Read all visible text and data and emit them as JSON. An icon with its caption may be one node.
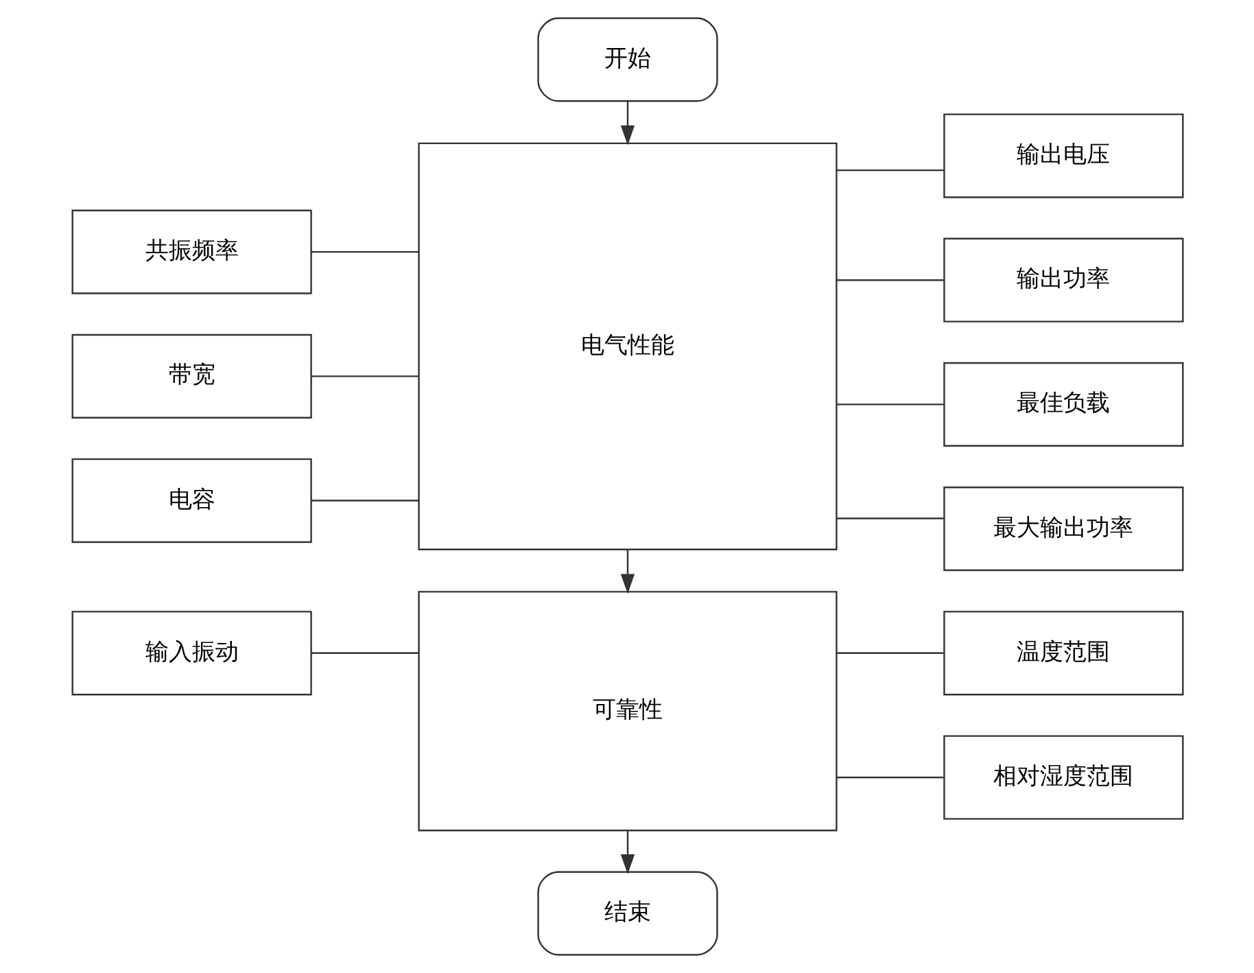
{
  "diagram": {
    "nodes": [
      {
        "text": [
          "开始"
        ]
      },
      {
        "text": [
          "共振频率"
        ]
      },
      {
        "text": [
          "带宽"
        ]
      },
      {
        "text": [
          "电容"
        ]
      },
      {
        "text": [
          "电气性能"
        ]
      },
      {
        "text": [
          "输出电压"
        ]
      },
      {
        "text": [
          "输出功率"
        ]
      },
      {
        "text": [
          "最佳负载"
        ]
      },
      {
        "text": [
          "最大输出功率"
        ]
      },
      {
        "text": [
          "输入振动"
        ]
      },
      {
        "text": [
          "可靠性"
        ]
      },
      {
        "text": [
          "温度范围"
        ]
      },
      {
        "text": [
          "相对湿度范围"
        ]
      },
      {
        "text": [
          "结束"
        ]
      }
    ],
    "edges": [
      {
        "from": 0,
        "to": 4,
        "arrow": "to"
      },
      {
        "from": 1,
        "to": 4,
        "arrow": "none"
      },
      {
        "from": 2,
        "to": 4,
        "arrow": "none"
      },
      {
        "from": 3,
        "to": 4,
        "arrow": "none"
      },
      {
        "from": 4,
        "to": 5,
        "arrow": "none"
      },
      {
        "from": 4,
        "to": 6,
        "arrow": "none"
      },
      {
        "from": 4,
        "to": 7,
        "arrow": "none"
      },
      {
        "from": 4,
        "to": 8,
        "arrow": "none"
      },
      {
        "from": 4,
        "to": 10,
        "arrow": "to"
      },
      {
        "from": 9,
        "to": 10,
        "arrow": "none"
      },
      {
        "from": 10,
        "to": 11,
        "arrow": "none"
      },
      {
        "from": 10,
        "to": 12,
        "arrow": "none"
      },
      {
        "from": 10,
        "to": 13,
        "arrow": "to"
      }
    ]
  }
}
